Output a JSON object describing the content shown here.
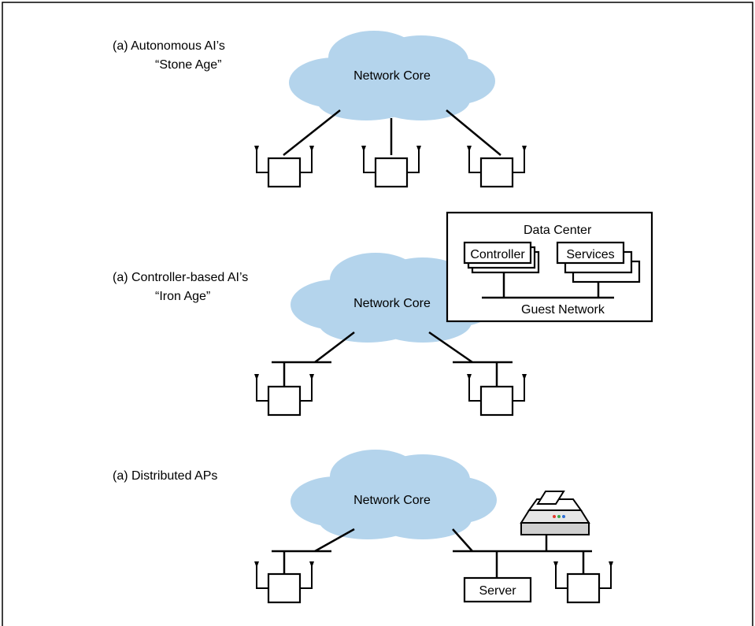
{
  "sections": {
    "stone_age": {
      "caption_line1": "(a) Autonomous AI’s",
      "caption_line2": "“Stone Age”",
      "cloud_label": "Network Core"
    },
    "iron_age": {
      "caption_line1": "(a) Controller-based AI’s",
      "caption_line2": "“Iron Age”",
      "cloud_label": "Network Core",
      "data_center": {
        "title": "Data Center",
        "controller": "Controller",
        "services": "Services",
        "guest_network": "Guest Network"
      }
    },
    "distributed": {
      "caption_line1": "(a) Distributed APs",
      "cloud_label": "Network Core",
      "server_label": "Server"
    }
  },
  "colors": {
    "cloud": "#b4d4ec",
    "printer_led_red": "#e23b2e",
    "printer_led_green": "#3aa84a",
    "printer_led_blue": "#2e6fd6"
  }
}
